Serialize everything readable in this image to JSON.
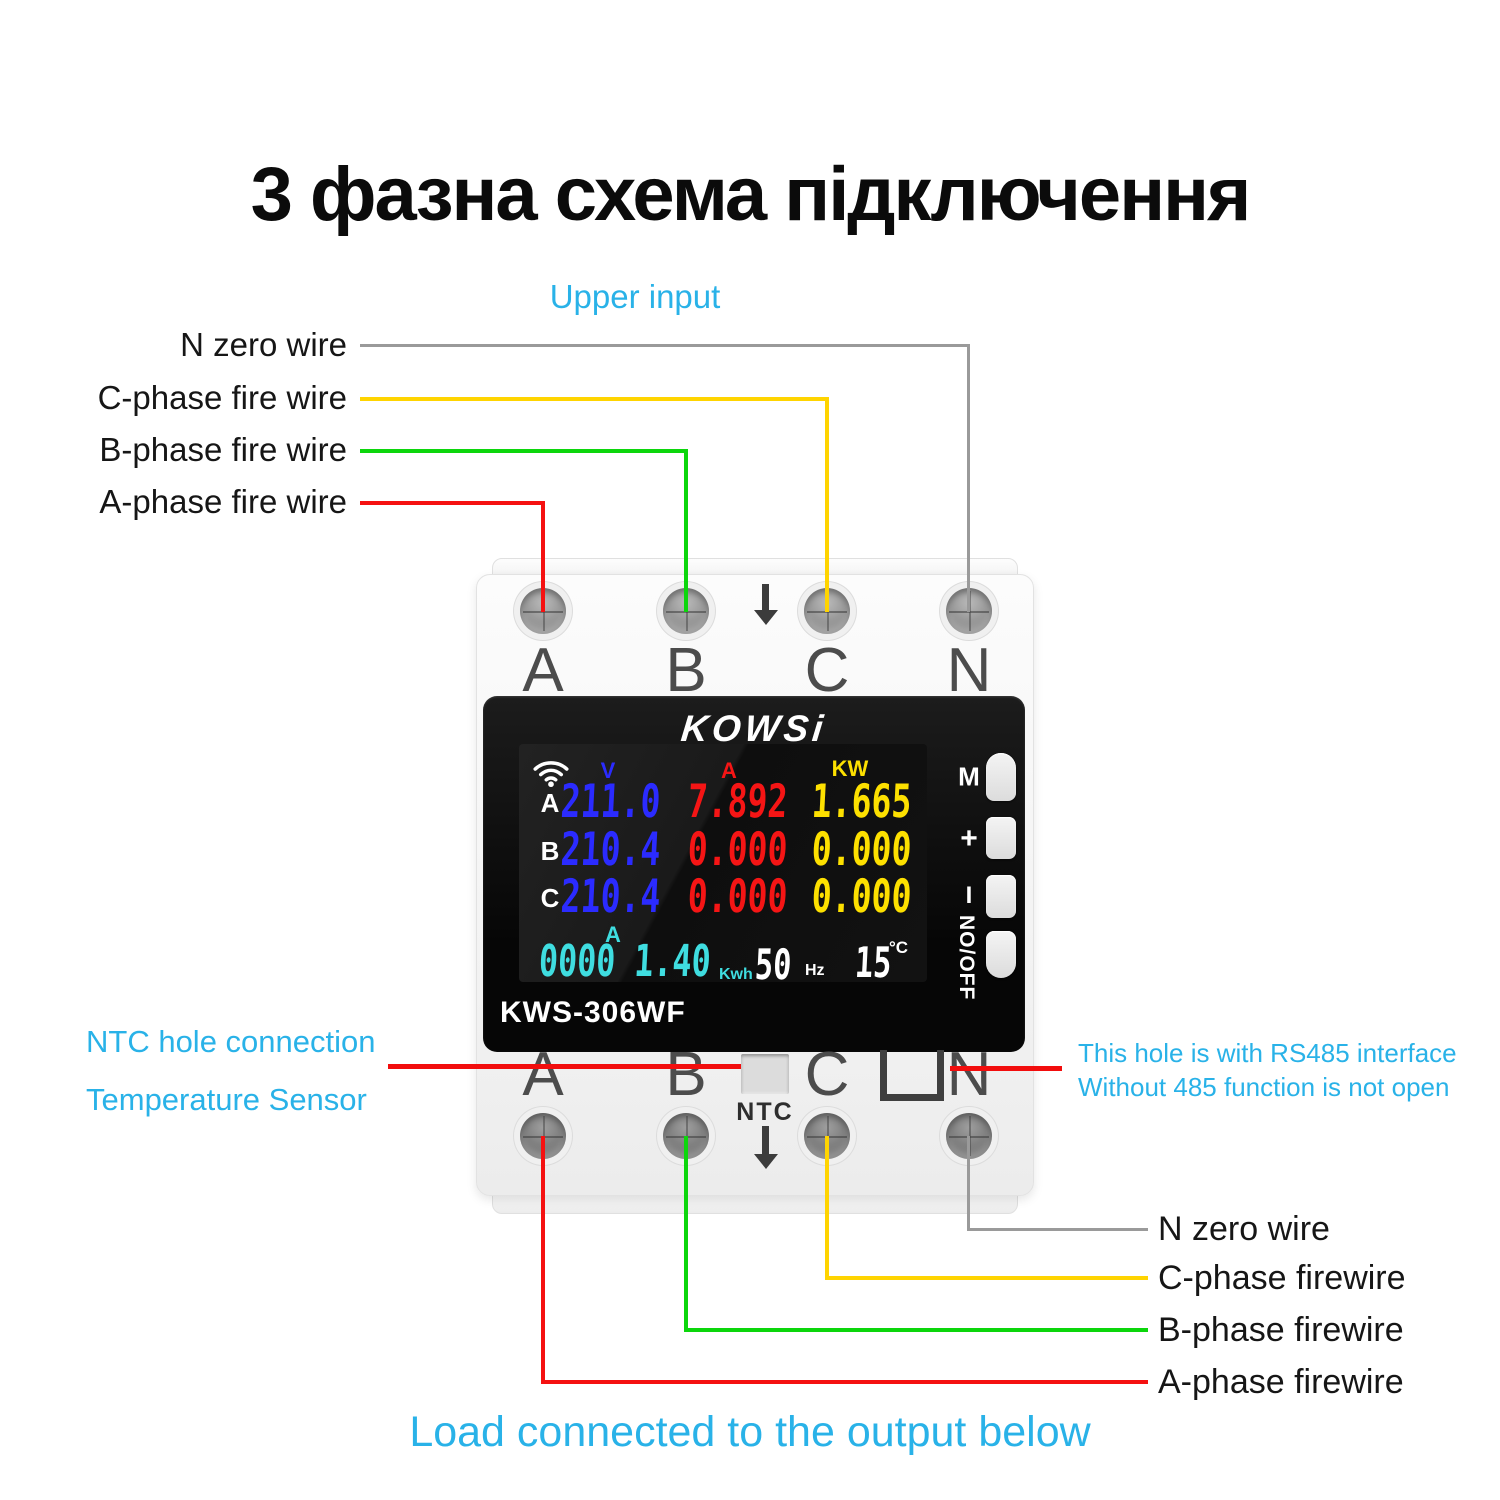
{
  "title": "3 фазна схема підключення",
  "upper_input_label": "Upper input",
  "input_wires": [
    {
      "label": "N zero wire",
      "color": "#9a9a9a"
    },
    {
      "label": "C-phase fire wire",
      "color": "#ffd400"
    },
    {
      "label": "B-phase fire wire",
      "color": "#0cd60c"
    },
    {
      "label": "A-phase fire wire",
      "color": "#f51111"
    }
  ],
  "output_wires": [
    {
      "label": "N zero wire",
      "color": "#9a9a9a"
    },
    {
      "label": "C-phase firewire",
      "color": "#ffd400"
    },
    {
      "label": "B-phase firewire",
      "color": "#0cd60c"
    },
    {
      "label": "A-phase firewire",
      "color": "#f51111"
    }
  ],
  "device": {
    "brand": "KOWSi",
    "model": "KWS-306WF",
    "top_terminals": [
      "A",
      "B",
      "C",
      "N"
    ],
    "bottom_terminals": [
      "A",
      "B",
      "C",
      "N"
    ],
    "ntc_label": "NTC",
    "buttons": [
      {
        "label": "M"
      },
      {
        "label": "+"
      },
      {
        "label": "I"
      },
      {
        "label": "NO/OFF"
      }
    ],
    "display": {
      "headers": {
        "voltage": "V",
        "current": "A",
        "power": "KW"
      },
      "phases": [
        {
          "name": "A",
          "voltage": "211.0",
          "current": "7.892",
          "power": "1.665"
        },
        {
          "name": "B",
          "voltage": "210.4",
          "current": "0.000",
          "power": "0.000"
        },
        {
          "name": "C",
          "voltage": "210.4",
          "current": "0.000",
          "power": "0.000"
        }
      ],
      "status": {
        "phase_indicator": "A",
        "energy": "0000 1.40",
        "energy_unit": "Kwh",
        "frequency": "50",
        "frequency_unit": "Hz",
        "temperature": "15",
        "temperature_unit": "°C"
      }
    }
  },
  "notes": {
    "ntc_line1": "NTC hole connection",
    "ntc_line2": "Temperature Sensor",
    "rs485_line1": "This hole is with RS485 interface",
    "rs485_line2": "Without 485 function is not open"
  },
  "footer": "Load connected to the output below",
  "colors": {
    "accent_cyan": "#29b2e8",
    "wire_red": "#f51111",
    "wire_green": "#0cd60c",
    "wire_yellow": "#ffd400",
    "wire_gray": "#9a9a9a",
    "leader_red": "#f20d0d",
    "lcd_blue": "#2b2bff",
    "lcd_red": "#f51515",
    "lcd_yellow": "#fde000",
    "lcd_cyan": "#3fdde0"
  }
}
